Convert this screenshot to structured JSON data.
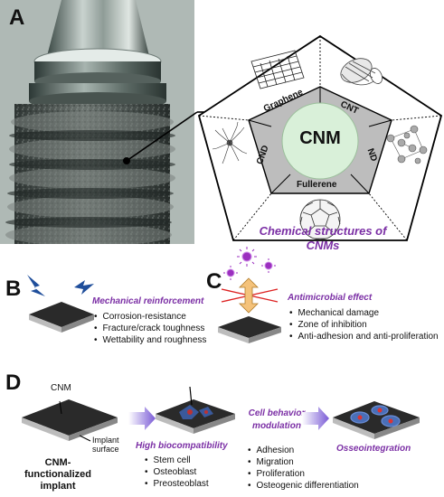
{
  "panels": {
    "a": {
      "letter": "A",
      "center_label": "CNM",
      "segments": [
        "Graphene",
        "CNT",
        "ND",
        "Fullerene",
        "CND"
      ],
      "caption_line1": "Chemical structures of",
      "caption_line2": "CNMs"
    },
    "b": {
      "letter": "B",
      "title": "Mechanical reinforcement",
      "items": [
        "Corrosion-resistance",
        "Fracture/crack toughness",
        "Wettability and roughness"
      ]
    },
    "c": {
      "letter": "C",
      "title": "Antimicrobial effect",
      "items": [
        "Mechanical damage",
        "Zone of inhibition",
        "Anti-adhesion and anti-proliferation"
      ]
    },
    "d": {
      "letter": "D",
      "cnm_label": "CNM",
      "implant_surface_line1": "Implant",
      "implant_surface_line2": "surface",
      "caption_line1": "CNM-",
      "caption_line2": "functionalized",
      "caption_line3": "implant",
      "high_bio_title": "High biocompatibility",
      "high_bio_items": [
        "Stem cell",
        "Osteoblast",
        "Preosteoblast"
      ],
      "cell_behavior_line1": "Cell behavior",
      "cell_behavior_line2": "modulation",
      "cell_behavior_items": [
        "Adhesion",
        "Migration",
        "Proliferation",
        "Osteogenic differentiation"
      ],
      "osseo_title": "Osseointegration"
    }
  },
  "colors": {
    "accent_purple": "#7b2fa5",
    "pentagon_inner": "#bdbdbd",
    "center_circle": "#d9f0d9",
    "arrow_purple": "#7a5bd6",
    "bolt_blue": "#1f4e9b"
  }
}
